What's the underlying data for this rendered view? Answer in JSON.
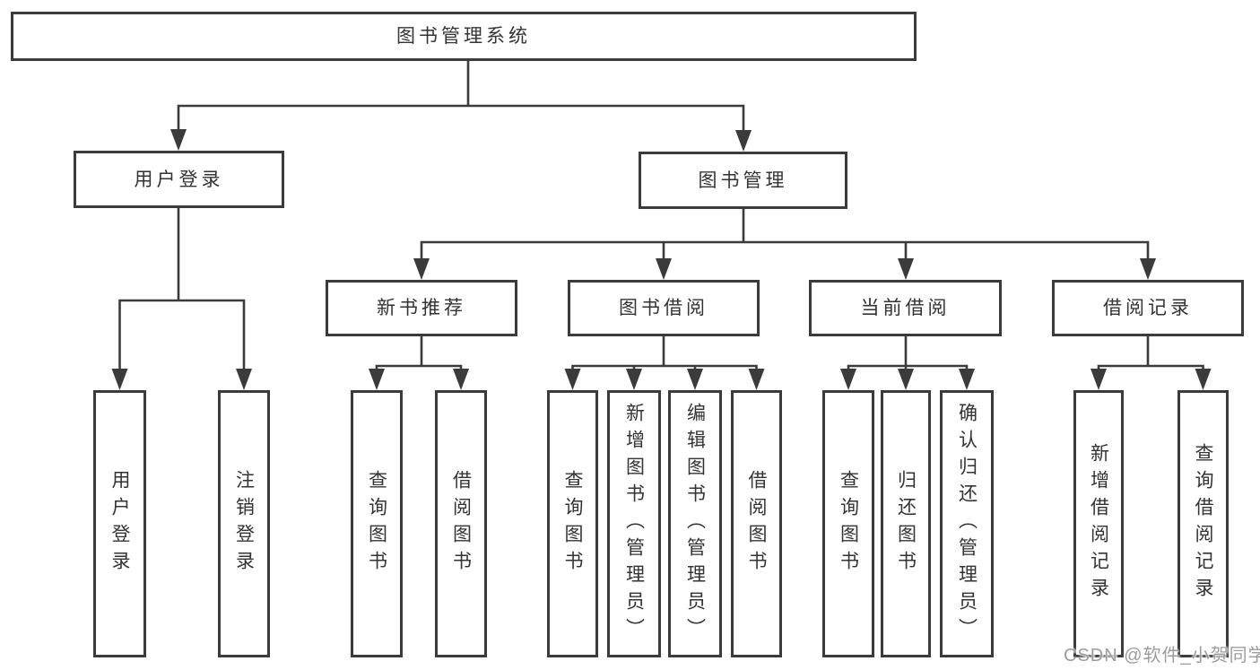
{
  "diagram": {
    "root": {
      "label": "图书管理系统"
    },
    "branches": [
      {
        "label": "用户登录",
        "children": [
          "用户登录",
          "注销登录"
        ]
      },
      {
        "label": "图书管理",
        "sections": [
          {
            "label": "新书推荐",
            "children": [
              "查询图书",
              "借阅图书"
            ]
          },
          {
            "label": "图书借阅",
            "children": [
              "查询图书",
              "新增图书（管理员）",
              "编辑图书（管理员）",
              "借阅图书"
            ]
          },
          {
            "label": "当前借阅",
            "children": [
              "查询图书",
              "归还图书",
              "确认归还（管理员）"
            ]
          },
          {
            "label": "借阅记录",
            "children": [
              "新增借阅记录",
              "查询借阅记录"
            ]
          }
        ]
      }
    ]
  },
  "watermark": "CSDN @软件_小贺同学",
  "colors": {
    "line": "#3b3b3b",
    "text": "#333333",
    "background": "#ffffff",
    "watermark": "#9c9c9c"
  }
}
